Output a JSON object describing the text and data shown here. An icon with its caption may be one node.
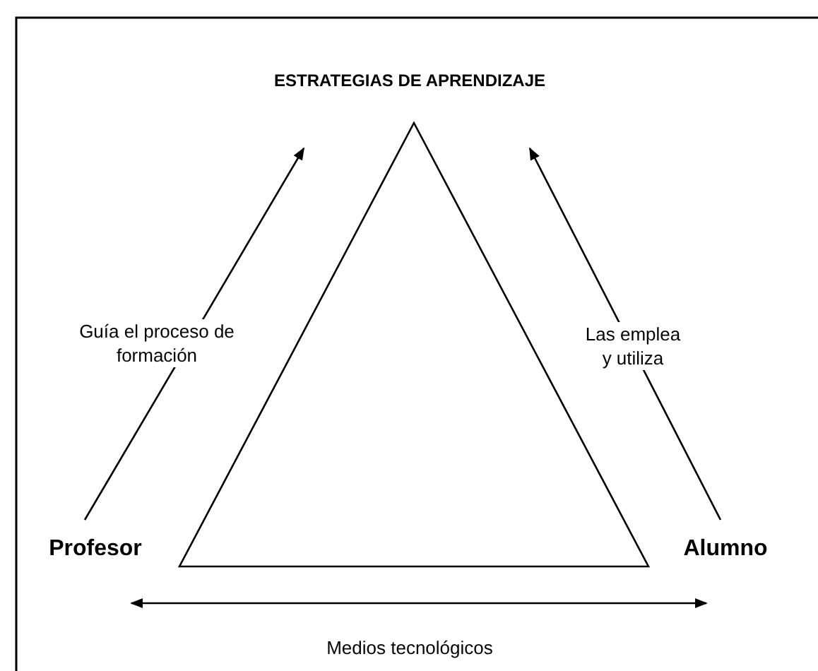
{
  "diagram": {
    "nodes": [
      {
        "text": [
          "ESTRATEGIAS DE APRENDIZAJE"
        ]
      },
      {
        "text": [],
        "shape": "triangle"
      },
      {
        "text": [
          "Profesor"
        ]
      },
      {
        "text": [
          "Alumno"
        ]
      }
    ],
    "edges": [
      {
        "from": 2,
        "to": 0,
        "arrow": "to",
        "label": "Guía el proceso de formación"
      },
      {
        "from": 3,
        "to": 0,
        "arrow": "to",
        "label": "Las emplea y utiliza"
      },
      {
        "from": 2,
        "to": 3,
        "arrow": "both",
        "label": "Medios tecnológicos"
      }
    ]
  }
}
